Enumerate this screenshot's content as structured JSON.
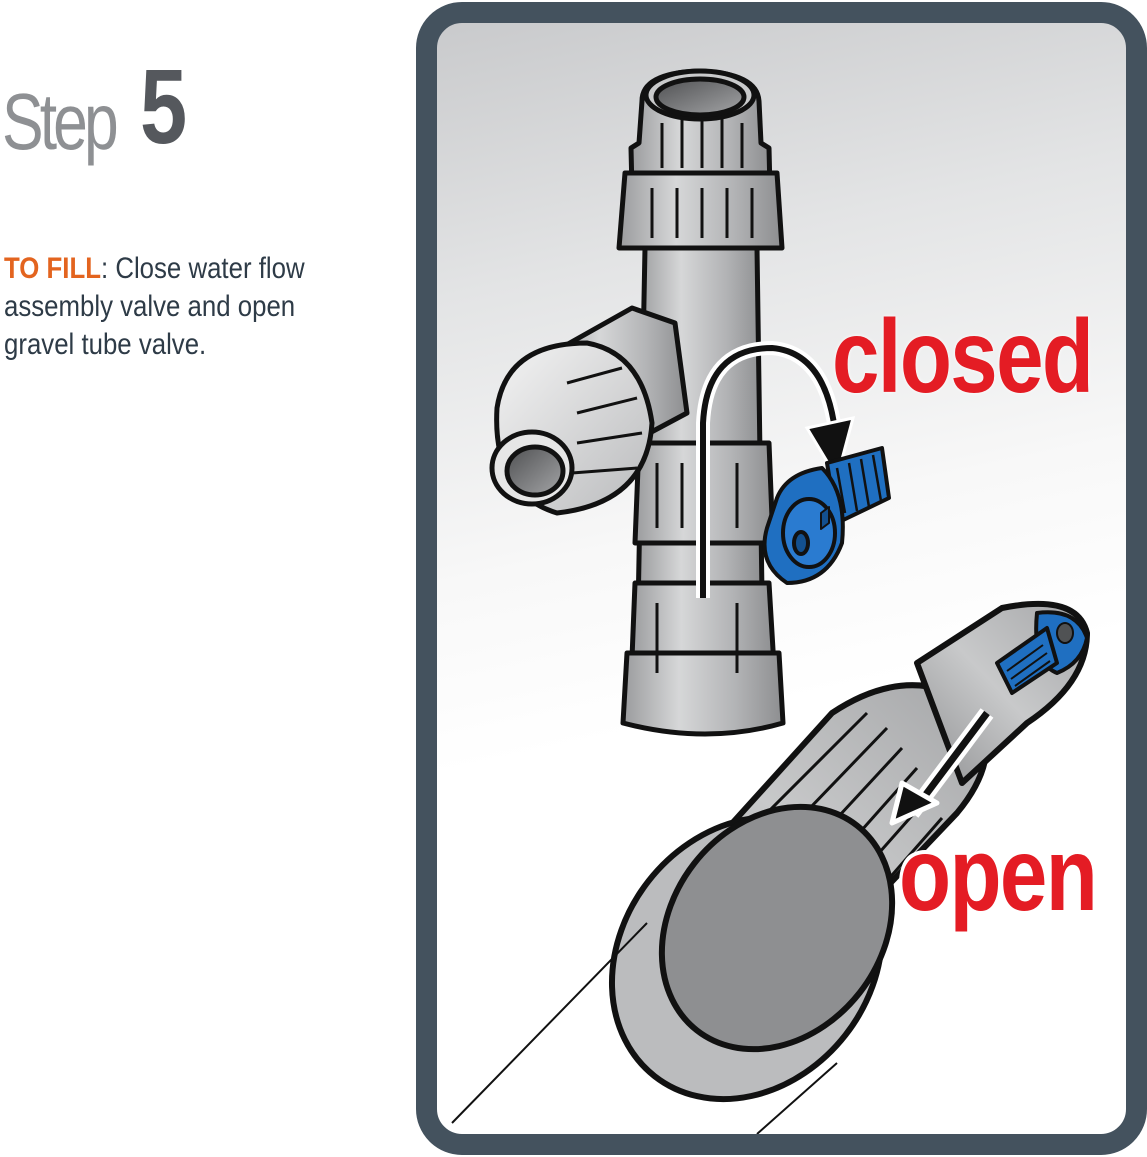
{
  "step": {
    "word": "Step",
    "number": "5"
  },
  "instructions": {
    "label": "TO FILL",
    "separator": ":",
    "line1_rest": " Close water flow",
    "line2": "assembly valve and open",
    "line3": "gravel tube valve."
  },
  "illustration": {
    "callout_closed": "closed",
    "callout_open": "open",
    "parts": [
      "water-flow-assembly",
      "assembly-valve-knob",
      "gravel-tube",
      "gravel-tube-valve"
    ]
  },
  "colors": {
    "frame": "#44525e",
    "label_orange": "#e3641f",
    "callout_red": "#e41c24",
    "valve_blue": "#1f6fc1",
    "body_text": "#2e3b47",
    "step_word": "#8e9093",
    "step_number": "#55585d"
  }
}
